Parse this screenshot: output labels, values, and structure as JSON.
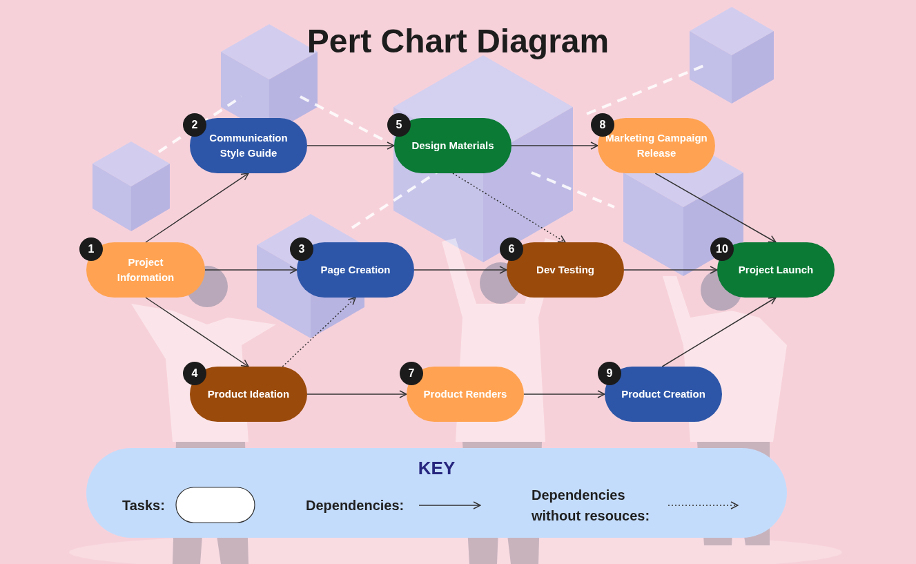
{
  "diagram": {
    "title": "Pert Chart Diagram",
    "nodes": [
      {
        "text": [
          "1",
          "Project Information"
        ]
      },
      {
        "text": [
          "2",
          "Communication Style Guide"
        ]
      },
      {
        "text": [
          "3",
          "Page Creation"
        ]
      },
      {
        "text": [
          "4",
          "Product Ideation"
        ]
      },
      {
        "text": [
          "5",
          "Design Materials"
        ]
      },
      {
        "text": [
          "6",
          "Dev Testing"
        ]
      },
      {
        "text": [
          "7",
          "Product Renders"
        ]
      },
      {
        "text": [
          "8",
          "Marketing Campaign Release"
        ]
      },
      {
        "text": [
          "9",
          "Product Creation"
        ]
      },
      {
        "text": [
          "10",
          "Project Launch"
        ]
      }
    ],
    "edges": [
      {
        "from": 0,
        "to": 1,
        "arrow": "to"
      },
      {
        "from": 0,
        "to": 2,
        "arrow": "to"
      },
      {
        "from": 0,
        "to": 3,
        "arrow": "to"
      },
      {
        "from": 1,
        "to": 4,
        "arrow": "to"
      },
      {
        "from": 4,
        "to": 7,
        "arrow": "to"
      },
      {
        "from": 4,
        "to": 5,
        "arrow": "to"
      },
      {
        "from": 2,
        "to": 5,
        "arrow": "to"
      },
      {
        "from": 3,
        "to": 2,
        "arrow": "to"
      },
      {
        "from": 3,
        "to": 6,
        "arrow": "to"
      },
      {
        "from": 6,
        "to": 8,
        "arrow": "to"
      },
      {
        "from": 5,
        "to": 9,
        "arrow": "to"
      },
      {
        "from": 7,
        "to": 9,
        "arrow": "to"
      },
      {
        "from": 8,
        "to": 9,
        "arrow": "to"
      }
    ],
    "labels": [
      "KEY"
    ],
    "legend": [
      {
        "text": "Tasks:"
      },
      {
        "text": "Dependencies:"
      },
      {
        "text": "Dependencies without resouces:"
      }
    ]
  }
}
